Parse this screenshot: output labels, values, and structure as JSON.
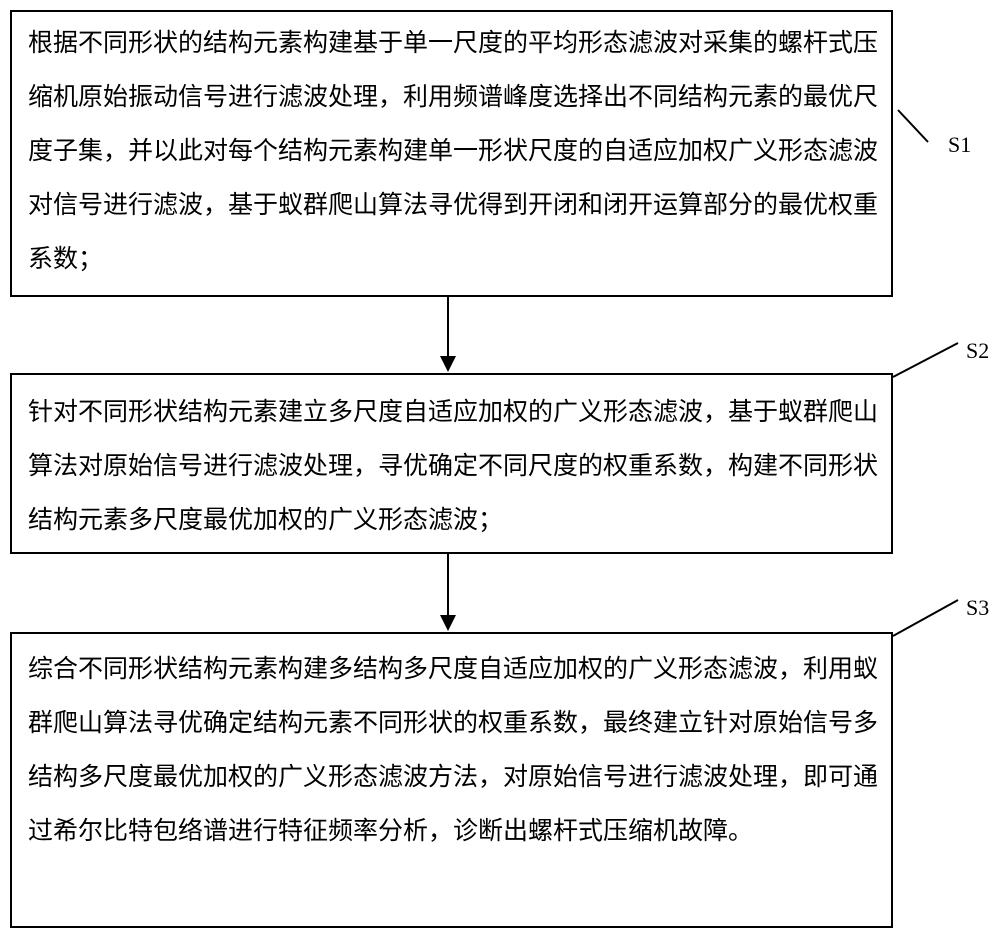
{
  "steps": [
    {
      "label": "S1",
      "text": "根据不同形状的结构元素构建基于单一尺度的平均形态滤波对采集的螺杆式压缩机原始振动信号进行滤波处理，利用频谱峰度选择出不同结构元素的最优尺度子集，并以此对每个结构元素构建单一形状尺度的自适应加权广义形态滤波对信号进行滤波，基于蚁群爬山算法寻优得到开闭和闭开运算部分的最优权重系数；"
    },
    {
      "label": "S2",
      "text": "针对不同形状结构元素建立多尺度自适应加权的广义形态滤波，基于蚁群爬山算法对原始信号进行滤波处理，寻优确定不同尺度的权重系数，构建不同形状结构元素多尺度最优加权的广义形态滤波；"
    },
    {
      "label": "S3",
      "text": "综合不同形状结构元素构建多结构多尺度自适应加权的广义形态滤波，利用蚁群爬山算法寻优确定结构元素不同形状的权重系数，最终建立针对原始信号多结构多尺度最优加权的广义形态滤波方法，对原始信号进行滤波处理，即可通过希尔比特包络谱进行特征频率分析，诊断出螺杆式压缩机故障。"
    }
  ]
}
